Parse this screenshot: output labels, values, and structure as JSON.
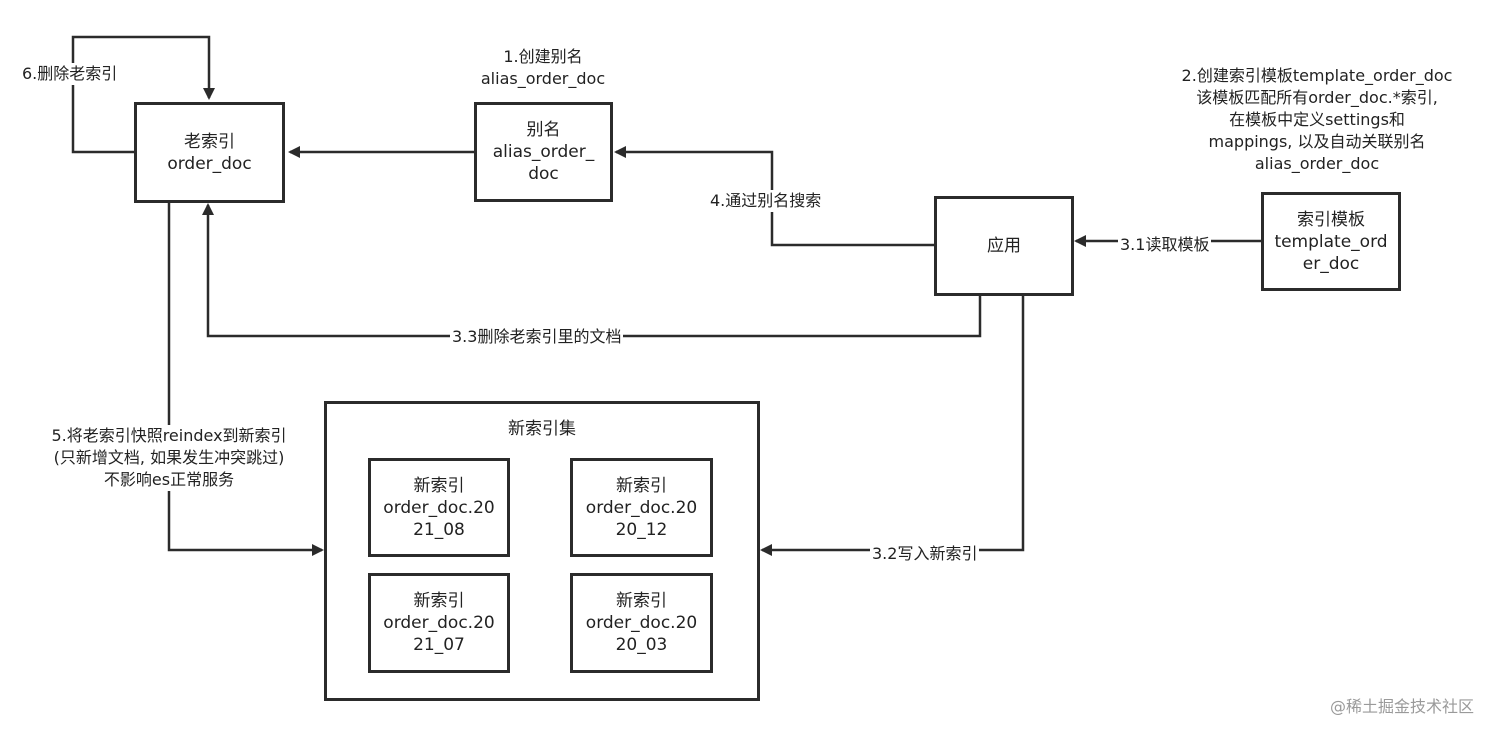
{
  "boxes": {
    "old_index": [
      "老索引",
      "order_doc"
    ],
    "alias": [
      "别名",
      "alias_order_",
      "doc"
    ],
    "app": [
      "应用"
    ],
    "template": [
      "索引模板",
      "template_ord",
      "er_doc"
    ],
    "new_set_title": "新索引集",
    "new_2021_08": [
      "新索引",
      "order_doc.20",
      "21_08"
    ],
    "new_2020_12": [
      "新索引",
      "order_doc.20",
      "20_12"
    ],
    "new_2021_07": [
      "新索引",
      "order_doc.20",
      "21_07"
    ],
    "new_2020_03": [
      "新索引",
      "order_doc.20",
      "20_03"
    ]
  },
  "labels": {
    "step1": [
      "1.创建别名",
      "alias_order_doc"
    ],
    "step2": [
      "2.创建索引模板template_order_doc",
      "该模板匹配所有order_doc.*索引,",
      "在模板中定义settings和",
      "mappings, 以及自动关联别名",
      "alias_order_doc"
    ],
    "step3_1": "3.1读取模板",
    "step3_2": "3.2写入新索引",
    "step3_3": "3.3删除老索引里的文档",
    "step4": "4.通过别名搜索",
    "step5": [
      "5.将老索引快照reindex到新索引",
      "(只新增文档, 如果发生冲突跳过)",
      "不影响es正常服务"
    ],
    "step6": "6.删除老索引"
  },
  "watermark": "@稀土掘金技术社区"
}
